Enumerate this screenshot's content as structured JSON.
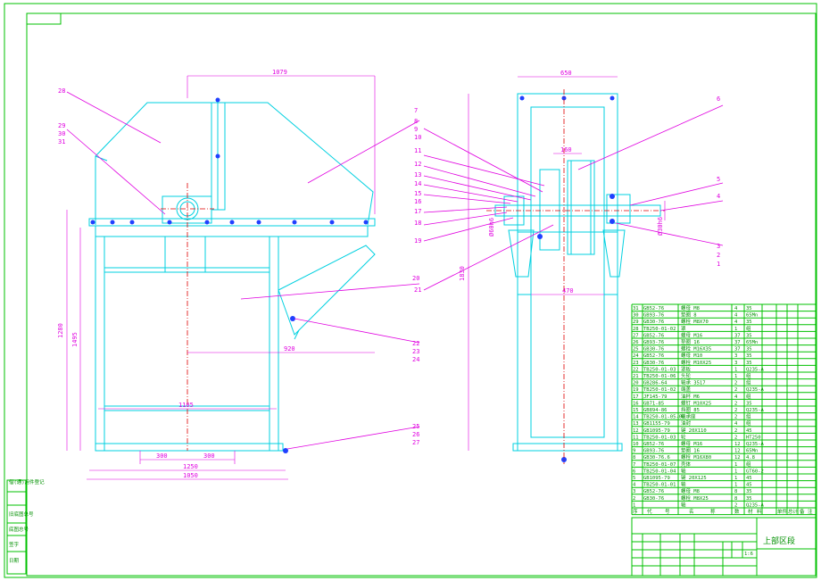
{
  "title_block": {
    "drawing_name": "上部区段",
    "scale": "1:6"
  },
  "dimensions": {
    "front_top": "1079",
    "front_inner": "920",
    "front_mid": "1105",
    "front_bottom": "1250",
    "front_bottom2": "1050",
    "front_b1": "300",
    "front_b2": "300",
    "front_height": "1280",
    "front_height2": "1495",
    "side_top": "650",
    "side_mid": "470",
    "side_small": "160",
    "side_height": "1830",
    "side_right": "Ø30h6",
    "side_left": "Ø60h6"
  },
  "balloons_left": [
    "28",
    "29",
    "30",
    "31",
    "20",
    "22",
    "23",
    "24",
    "25",
    "26",
    "27"
  ],
  "balloons_right": [
    "7",
    "6",
    "8",
    "9",
    "10",
    "11",
    "12",
    "13",
    "14",
    "15",
    "16",
    "17",
    "18",
    "19",
    "21",
    "5",
    "4",
    "3",
    "2",
    "1"
  ],
  "bom": [
    {
      "no": "31",
      "std": "GB52-76",
      "name": "螺母 M8",
      "qty": "4",
      "mat": "35"
    },
    {
      "no": "30",
      "std": "GB93-76",
      "name": "垫圈 8",
      "qty": "4",
      "mat": "65Mn"
    },
    {
      "no": "29",
      "std": "GB30-76",
      "name": "螺栓 M8X70",
      "qty": "4",
      "mat": "35"
    },
    {
      "no": "28",
      "std": "TB250-01-02",
      "name": "罩",
      "qty": "1",
      "mat": "组"
    },
    {
      "no": "27",
      "std": "GB52-76",
      "name": "螺母 M16",
      "qty": "37",
      "mat": "35"
    },
    {
      "no": "26",
      "std": "GB93-76",
      "name": "垫圈 16",
      "qty": "37",
      "mat": "65Mn"
    },
    {
      "no": "25",
      "std": "GB30-76",
      "name": "螺栓 M16X35",
      "qty": "37",
      "mat": "35"
    },
    {
      "no": "24",
      "std": "GB52-76",
      "name": "螺母 M10",
      "qty": "3",
      "mat": "35"
    },
    {
      "no": "23",
      "std": "GB30-76",
      "name": "螺栓 M10X25",
      "qty": "3",
      "mat": "35"
    },
    {
      "no": "22",
      "std": "TB250-01-03",
      "name": "罩板",
      "qty": "1",
      "mat": "Q235-A"
    },
    {
      "no": "21",
      "std": "TB250-01-06",
      "name": "头轮",
      "qty": "1",
      "mat": "组"
    },
    {
      "no": "20",
      "std": "GB286-64",
      "name": "轴承 3517",
      "qty": "2",
      "mat": "组"
    },
    {
      "no": "19",
      "std": "TB250-01-02",
      "name": "端盖",
      "qty": "2",
      "mat": "Q235-A"
    },
    {
      "no": "17",
      "std": "JF145-79",
      "name": "油杯 M6",
      "qty": "4",
      "mat": "组"
    },
    {
      "no": "16",
      "std": "GB71-85",
      "name": "螺钉 M10X25",
      "qty": "2",
      "mat": "35"
    },
    {
      "no": "15",
      "std": "GB894-86",
      "name": "挡圈 85",
      "qty": "2",
      "mat": "Q235-A"
    },
    {
      "no": "14",
      "std": "TB250-01-05-00",
      "name": "轴承座",
      "qty": "2",
      "mat": "组"
    },
    {
      "no": "13",
      "std": "GB1155-79",
      "name": "油封",
      "qty": "4",
      "mat": "组"
    },
    {
      "no": "12",
      "std": "GB1095-79",
      "name": "键 20X110",
      "qty": "2",
      "mat": "45"
    },
    {
      "no": "11",
      "std": "TB250-01-03",
      "name": "轮",
      "qty": "2",
      "mat": "HT250"
    },
    {
      "no": "10",
      "std": "GB52-76",
      "name": "螺母 M16",
      "qty": "12",
      "mat": "Q235-A"
    },
    {
      "no": "9",
      "std": "GB93-76",
      "name": "垫圈 16",
      "qty": "12",
      "mat": "65Mn"
    },
    {
      "no": "8",
      "std": "GB30-76.6",
      "name": "螺栓 M16X80",
      "qty": "12",
      "mat": "4.8"
    },
    {
      "no": "7",
      "std": "TB250-01-07",
      "name": "壳体",
      "qty": "1",
      "mat": "组"
    },
    {
      "no": "6",
      "std": "TB250-01-04",
      "name": "轴",
      "qty": "1",
      "mat": "GT60-2"
    },
    {
      "no": "5",
      "std": "GB1095-79",
      "name": "键 20X125",
      "qty": "1",
      "mat": "45"
    },
    {
      "no": "4",
      "std": "TB250-01-01",
      "name": "轴",
      "qty": "1",
      "mat": "45"
    },
    {
      "no": "3",
      "std": "GB52-76",
      "name": "螺母 M8",
      "qty": "8",
      "mat": "35"
    },
    {
      "no": "2",
      "std": "GB30-76",
      "name": "螺栓 M8X25",
      "qty": "8",
      "mat": "35"
    },
    {
      "no": "1",
      "std": "",
      "name": "轴",
      "qty": "2",
      "mat": "Q235-A"
    }
  ],
  "bom_header": [
    "序",
    "代",
    "号",
    "名",
    "称",
    "数",
    "材",
    "料",
    "单件",
    "总计",
    "备",
    "注"
  ],
  "side_strip": [
    "借(通)用件登记",
    "旧底图总号",
    "底图总号",
    "签字",
    "日期"
  ]
}
